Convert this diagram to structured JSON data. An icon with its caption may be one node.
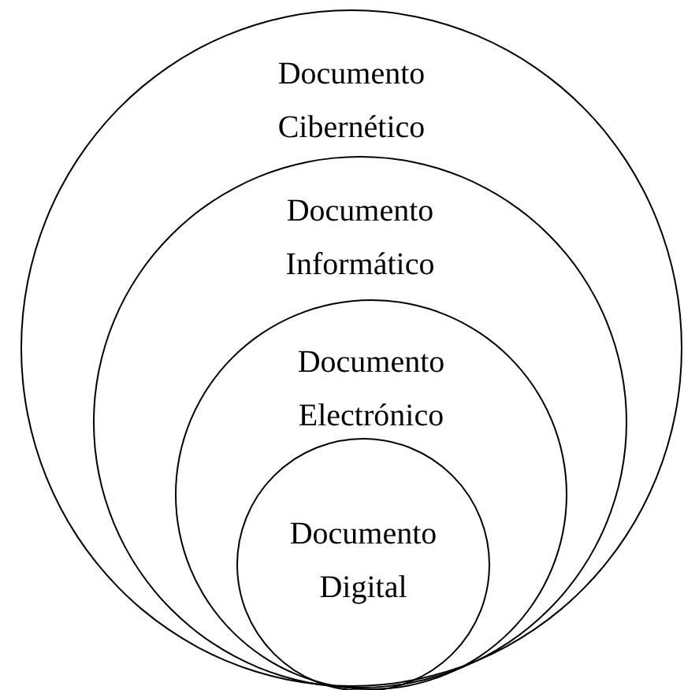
{
  "diagram": {
    "nodes": [
      {
        "text": [
          "Documento Cibernético"
        ]
      },
      {
        "text": [
          "Documento Informático"
        ],
        "in": 0
      },
      {
        "text": [
          "Documento Electrónico"
        ],
        "in": 1
      },
      {
        "text": [
          "Documento Digital"
        ],
        "in": 2
      }
    ]
  }
}
